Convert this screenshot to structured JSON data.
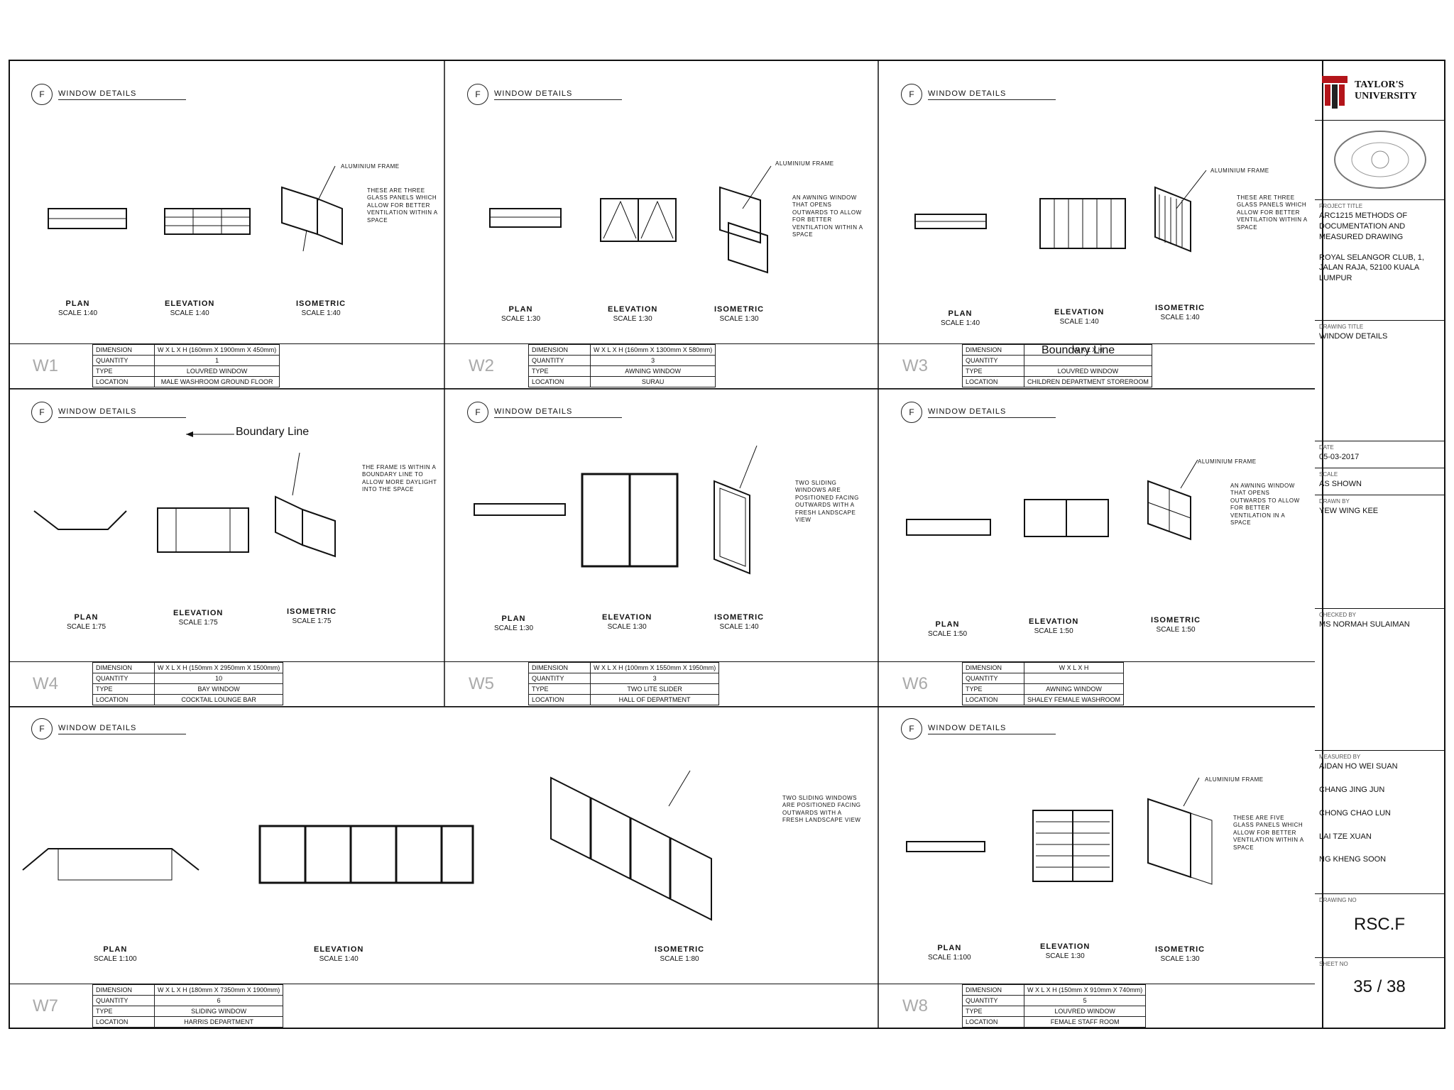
{
  "university": "TAYLOR'S UNIVERSITY",
  "labels": {
    "plan": "PLAN",
    "elevation": "ELEVATION",
    "isometric": "ISOMETRIC",
    "dimension": "DIMENSION",
    "quantity": "QUANTITY",
    "type": "TYPE",
    "location": "LOCATION",
    "header": "WINDOW DETAILS",
    "frame": "ALUMINIUM FRAME"
  },
  "annotations": {
    "boundary_line": "Boundary Line"
  },
  "windows": [
    {
      "code": "W1",
      "dimension": "W X L X H (160mm X 1900mm X 450mm)",
      "quantity": "1",
      "type": "LOUVRED WINDOW",
      "location": "MALE WASHROOM GROUND FLOOR",
      "plan_scale": "SCALE 1:40",
      "elev_scale": "SCALE 1:40",
      "iso_scale": "SCALE 1:40",
      "note": "THESE ARE THREE GLASS PANELS WHICH ALLOW FOR BETTER VENTILATION WITHIN A SPACE"
    },
    {
      "code": "W2",
      "dimension": "W X L X H (160mm X 1300mm X 580mm)",
      "quantity": "3",
      "type": "AWNING WINDOW",
      "location": "SURAU",
      "plan_scale": "SCALE 1:30",
      "elev_scale": "SCALE 1:30",
      "iso_scale": "SCALE 1:30",
      "note": "AN AWNING WINDOW THAT OPENS OUTWARDS TO ALLOW FOR BETTER VENTILATION WITHIN A SPACE"
    },
    {
      "code": "W3",
      "dimension": "W X L X H",
      "quantity": "",
      "type": "LOUVRED WINDOW",
      "location": "CHILDREN DEPARTMENT STOREROOM",
      "plan_scale": "SCALE 1:40",
      "elev_scale": "SCALE 1:40",
      "iso_scale": "SCALE 1:40",
      "note": "THESE ARE THREE GLASS PANELS WHICH ALLOW FOR BETTER VENTILATION WITHIN A SPACE"
    },
    {
      "code": "W4",
      "dimension": "W X L X H (150mm X 2950mm X 1500mm)",
      "quantity": "10",
      "type": "BAY WINDOW",
      "location": "COCKTAIL LOUNGE BAR",
      "plan_scale": "SCALE 1:75",
      "elev_scale": "SCALE 1:75",
      "iso_scale": "SCALE 1:75",
      "note": "THE FRAME IS WITHIN A BOUNDARY LINE TO ALLOW MORE DAYLIGHT INTO THE SPACE"
    },
    {
      "code": "W5",
      "dimension": "W X L X H (100mm X 1550mm X 1950mm)",
      "quantity": "3",
      "type": "TWO LITE SLIDER",
      "location": "HALL OF DEPARTMENT",
      "plan_scale": "SCALE 1:30",
      "elev_scale": "SCALE 1:30",
      "iso_scale": "SCALE 1:40",
      "note": "TWO SLIDING WINDOWS ARE POSITIONED FACING OUTWARDS WITH A FRESH LANDSCAPE VIEW"
    },
    {
      "code": "W6",
      "dimension": "W X L X H",
      "quantity": "",
      "type": "AWNING WINDOW",
      "location": "SHALEY FEMALE WASHROOM",
      "plan_scale": "SCALE 1:50",
      "elev_scale": "SCALE 1:50",
      "iso_scale": "SCALE 1:50",
      "note": "AN AWNING WINDOW THAT OPENS OUTWARDS TO ALLOW FOR BETTER VENTILATION IN A SPACE"
    },
    {
      "code": "W7",
      "dimension": "W X L X H (180mm X 7350mm X 1900mm)",
      "quantity": "6",
      "type": "SLIDING WINDOW",
      "location": "HARRIS DEPARTMENT",
      "plan_scale": "SCALE 1:100",
      "elev_scale": "SCALE 1:40",
      "iso_scale": "SCALE 1:80",
      "note": "TWO SLIDING WINDOWS ARE POSITIONED FACING OUTWARDS WITH A FRESH LANDSCAPE VIEW"
    },
    {
      "code": "W8",
      "dimension": "W X L X H (150mm X 910mm X 740mm)",
      "quantity": "5",
      "type": "LOUVRED WINDOW",
      "location": "FEMALE STAFF ROOM",
      "plan_scale": "SCALE 1:100",
      "elev_scale": "SCALE 1:30",
      "iso_scale": "SCALE 1:30",
      "note": "THESE ARE FIVE GLASS PANELS WHICH ALLOW FOR BETTER VENTILATION WITHIN A SPACE"
    }
  ],
  "titleblock": {
    "project_title_cap": "PROJECT TITLE",
    "project_title": "ARC1215 METHODS OF DOCUMENTATION AND MEASURED DRAWING",
    "project_address": "ROYAL SELANGOR CLUB, 1, JALAN RAJA, 52100 KUALA LUMPUR",
    "drawing_title_cap": "DRAWING TITLE",
    "drawing_title": "WINDOW DETAILS",
    "date_cap": "DATE",
    "date": "05-03-2017",
    "scale_cap": "SCALE",
    "scale": "AS SHOWN",
    "drawn_by_cap": "DRAWN BY",
    "drawn_by": "YEW WING KEE",
    "checked_by_cap": "CHECKED BY",
    "checked_by": "MS NORMAH SULAIMAN",
    "measured_by_cap": "MEASURED BY",
    "measured_by": [
      "AIDAN HO WEI SUAN",
      "CHANG JING JUN",
      "CHONG CHAO LUN",
      "LAI TZE XUAN",
      "NG KHENG SOON"
    ],
    "drawing_no_cap": "DRAWING NO",
    "drawing_no": "RSC.F",
    "sheet_no_cap": "SHEET NO",
    "sheet_no": "35 / 38"
  }
}
